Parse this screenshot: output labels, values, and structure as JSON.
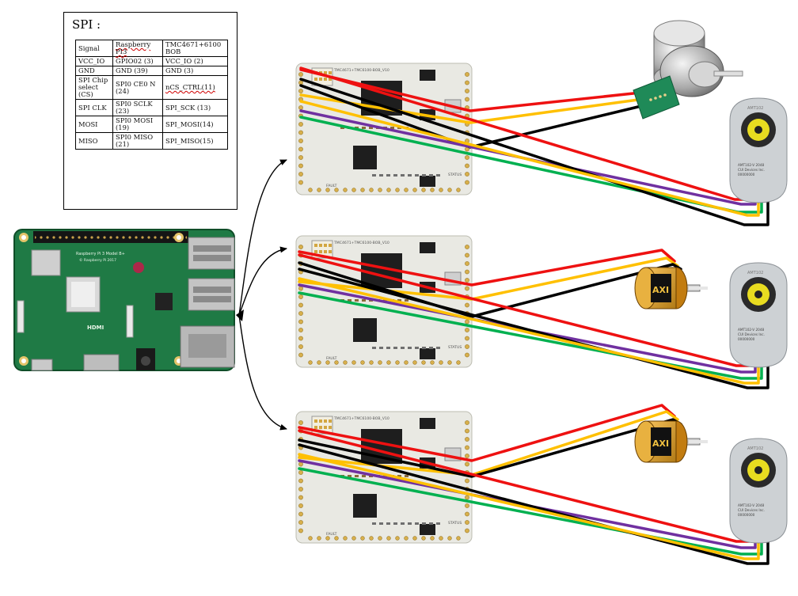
{
  "spi": {
    "title": "SPI :",
    "rows": [
      [
        "Signal",
        "Raspberry PI3",
        "TMC4671+6100 BOB"
      ],
      [
        "VCC_IO",
        "GPIO02 (3)",
        "VCC_IO (2)"
      ],
      [
        "GND",
        "GND (39)",
        "GND (3)"
      ],
      [
        "SPI Chip select (CS)",
        "SPI0 CE0 N (24)",
        "nCS_CTRL(11)"
      ],
      [
        "SPI CLK",
        "SPI0 SCLK (23)",
        "SPI_SCK (13)"
      ],
      [
        "MOSI",
        "SPI0 MOSI (19)",
        "SPI_MOSI(14)"
      ],
      [
        "MISO",
        "SPI0 MISO (21)",
        "SPI_MISO(15)"
      ]
    ]
  },
  "pi": {
    "silk_model": "Raspberry Pi 3 Model B+",
    "silk_copyright": "© Raspberry Pi 2017",
    "hdmi_label": "HDMI"
  },
  "board": {
    "silk_top": "TMC4671+TMC6100-BOB_V10",
    "status": "STATUS",
    "fault": "FAULT"
  },
  "motor": {
    "label": "AXI"
  },
  "encoder": {
    "brand": "AMT102",
    "label_lines": [
      "AMT102-V 2048",
      "CUI Devices Inc.",
      "00000000"
    ]
  },
  "colors": {
    "red": "#ee1111",
    "yellow": "#ffc000",
    "black": "#000000",
    "purple": "#7030a0",
    "green": "#00b050"
  }
}
